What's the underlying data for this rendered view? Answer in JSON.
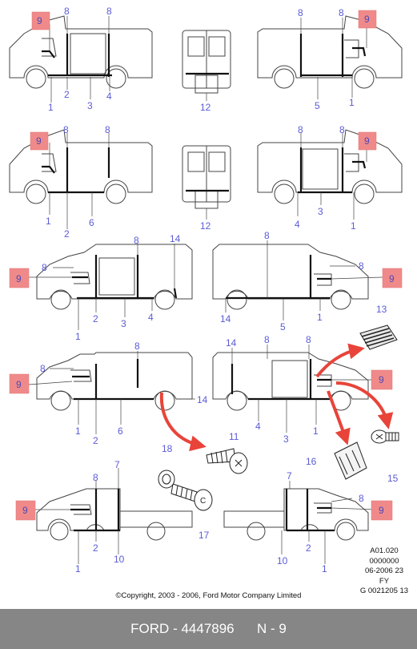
{
  "panels": [
    {
      "id": "p1",
      "labels": [
        "9",
        "8",
        "8",
        "1",
        "2",
        "3",
        "4"
      ]
    },
    {
      "id": "p2",
      "labels": [
        "12"
      ]
    },
    {
      "id": "p3",
      "labels": [
        "8",
        "8",
        "9",
        "5",
        "1"
      ]
    },
    {
      "id": "p4",
      "labels": [
        "9",
        "8",
        "8",
        "1",
        "2",
        "6"
      ]
    },
    {
      "id": "p5",
      "labels": [
        "12"
      ]
    },
    {
      "id": "p6",
      "labels": [
        "8",
        "8",
        "9",
        "4",
        "3",
        "1"
      ]
    },
    {
      "id": "p7",
      "labels": [
        "8",
        "8",
        "14",
        "9",
        "1",
        "2",
        "3",
        "4"
      ]
    },
    {
      "id": "p8",
      "labels": [
        "8",
        "8",
        "9",
        "14",
        "5",
        "1"
      ]
    },
    {
      "id": "p9",
      "labels": [
        "8",
        "8",
        "9",
        "14",
        "1",
        "2",
        "6"
      ]
    },
    {
      "id": "p10",
      "labels": [
        "14",
        "8",
        "8",
        "9",
        "4",
        "3",
        "1"
      ]
    },
    {
      "id": "p11",
      "labels": [
        "8",
        "7",
        "9",
        "1",
        "2",
        "10"
      ]
    },
    {
      "id": "p12",
      "labels": [
        "7",
        "8",
        "9",
        "10",
        "2",
        "1"
      ]
    }
  ],
  "parts": {
    "p11": "11",
    "p13": "13",
    "p15": "15",
    "p16": "16",
    "p17": "17",
    "p18": "18"
  },
  "meta": {
    "line1": "A01.020",
    "line2": "0000000",
    "line3": "06-2006 23",
    "line4": "FY",
    "line5": "G 0021205 13"
  },
  "copyright": "©Copyright, 2003 - 2006, Ford Motor Company Limited",
  "footer": {
    "brand": "FORD",
    "separator": " - ",
    "part_number": "4447896",
    "page": "N - 9"
  },
  "colors": {
    "callout_text": "#5b5bd6",
    "highlight_box": "#f08a8a",
    "arrow": "#e8443a",
    "footer_bg": "#868686",
    "footer_text": "#ffffff"
  }
}
